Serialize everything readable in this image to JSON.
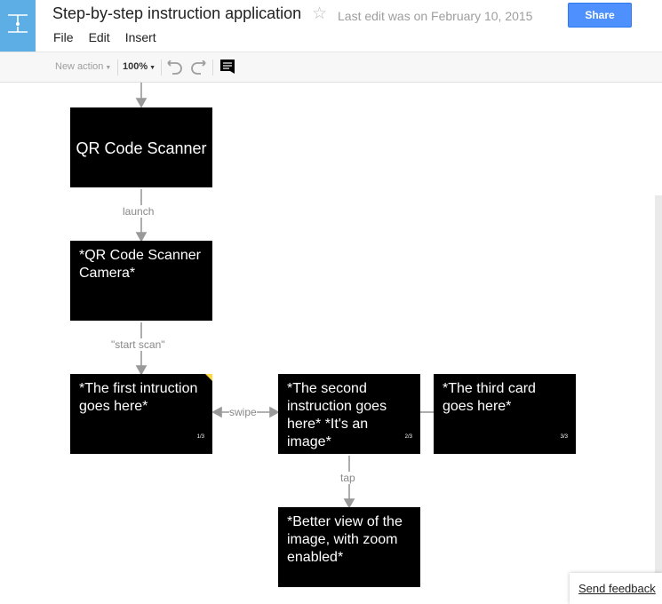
{
  "header": {
    "title": "Step-by-step instruction application",
    "last_edit": "Last edit was on February 10, 2015",
    "share_label": "Share"
  },
  "menu": [
    "File",
    "Edit",
    "Insert"
  ],
  "toolbar": {
    "new_action_label": "New action",
    "zoom_label": "100%",
    "icons": [
      "undo-icon",
      "redo-icon",
      "comment-icon"
    ]
  },
  "flow": {
    "cards": [
      {
        "id": "qr-code-scanner",
        "text": "QR Code Scanner"
      },
      {
        "id": "qr-scanner-camera",
        "text": "*QR Code Scanner Camera*"
      },
      {
        "id": "first-instruction",
        "text": "*The first intruction goes here*",
        "page": "1/3"
      },
      {
        "id": "second-instruction",
        "text": "*The second instruction goes here* *It's an image*",
        "page": "2/3"
      },
      {
        "id": "third-card",
        "text": "*The third card goes here*",
        "page": "3/3"
      },
      {
        "id": "zoom-view",
        "text": "*Better view of the image, with zoom enabled*"
      }
    ],
    "edges": {
      "launch": "launch",
      "start_scan": "\"start scan\"",
      "swipe": "swipe",
      "tap": "tap"
    }
  },
  "feedback_label": "Send feedback",
  "colors": {
    "brand": "#5eaee6",
    "share_button": "#4d90fe",
    "card_bg": "#000000",
    "card_corner": "#ffd740",
    "connector": "#999999"
  }
}
